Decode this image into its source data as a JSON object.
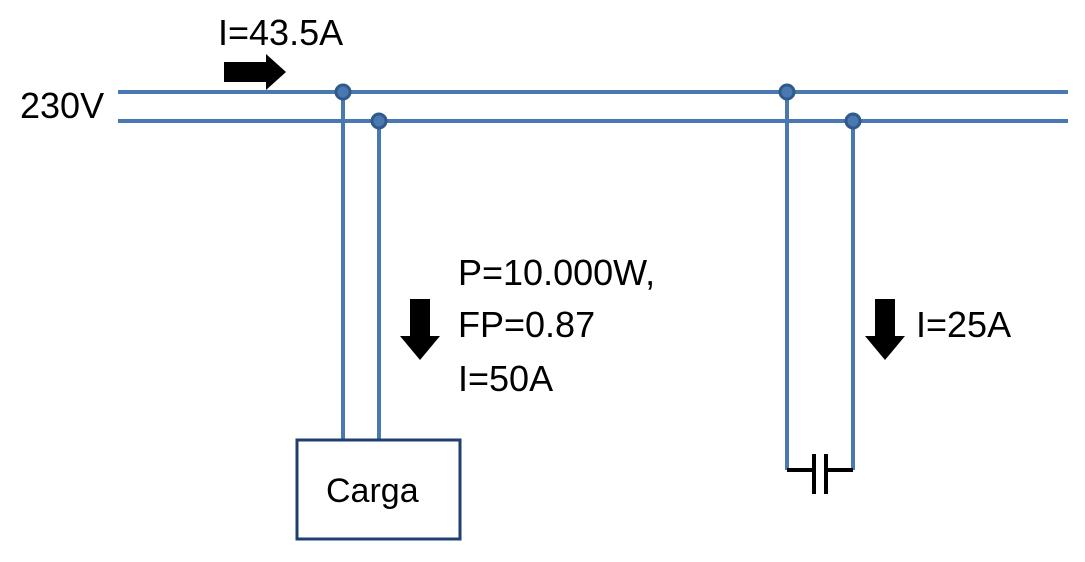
{
  "diagram": {
    "supply": {
      "voltage_label": "230V",
      "current_label": "I=43.5A"
    },
    "load": {
      "name": "Carga",
      "power_label": "P=10.000W,",
      "pf_label": "FP=0.87",
      "current_label": "I=50A"
    },
    "capacitor": {
      "current_label": "I=25A"
    },
    "colors": {
      "wire": "#4a78b0",
      "node_fill": "#4a78b0",
      "node_stroke": "#2f5a8c",
      "arrow": "#000000",
      "box_border": "#1f3f6e",
      "capacitor": "#000000"
    }
  }
}
